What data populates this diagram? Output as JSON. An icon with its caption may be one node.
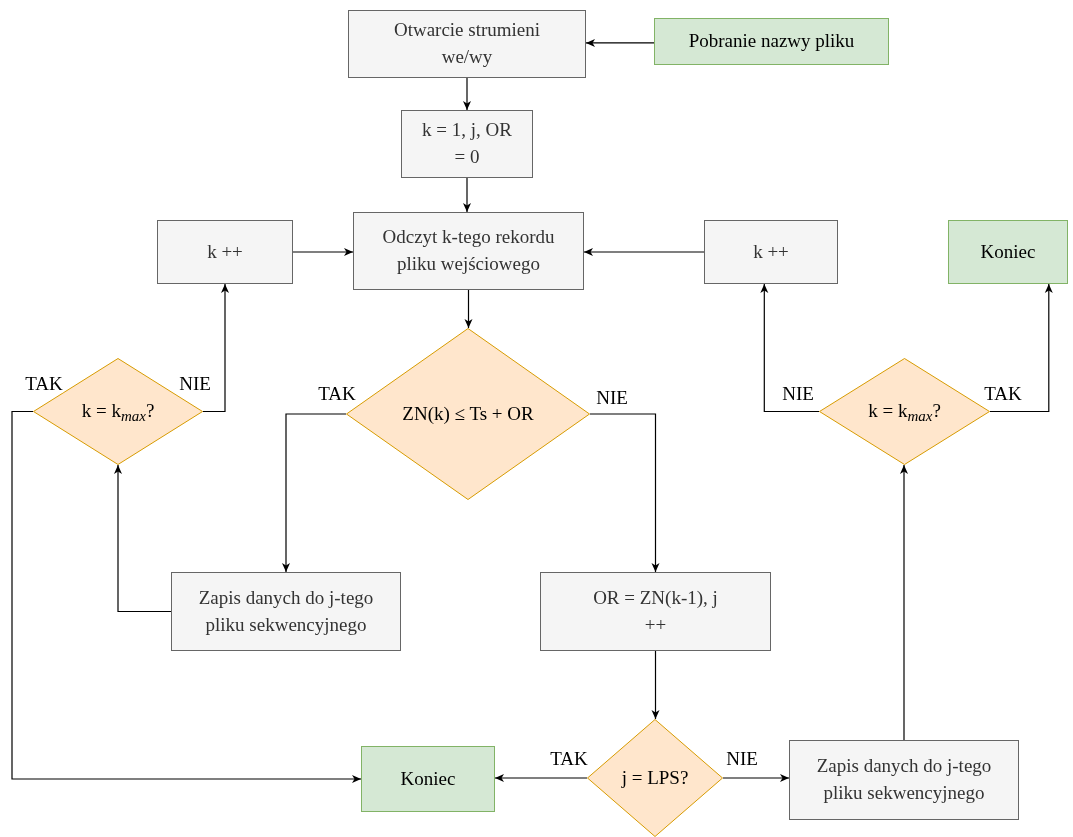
{
  "diagram": {
    "nodes": [
      {
        "text": [
          "Otwarcie strumieni we/wy"
        ]
      },
      {
        "text": [
          "Pobranie nazwy pliku"
        ]
      },
      {
        "text": [
          "k = 1, j, OR = 0"
        ]
      },
      {
        "text": [
          "Odczyt k-tego rekordu pliku wejściowego"
        ]
      },
      {
        "text": [
          "k ++"
        ]
      },
      {
        "text": [
          "k ++"
        ]
      },
      {
        "text": [
          "Koniec"
        ]
      },
      {
        "text": [
          "k = k$_{max}$?"
        ]
      },
      {
        "text": [
          "ZN(k) ≤ Ts + OR"
        ]
      },
      {
        "text": [
          "k = k$_{max}$?"
        ]
      },
      {
        "text": [
          "Zapis danych do j-tego pliku sekwencyjnego"
        ]
      },
      {
        "text": [
          "OR = ZN(k-1), j ++"
        ]
      },
      {
        "text": [
          "j = LPS?"
        ]
      },
      {
        "text": [
          "Koniec"
        ]
      },
      {
        "text": [
          "Zapis danych do j-tego pliku sekwencyjnego"
        ]
      }
    ],
    "edges": [
      {
        "from": 1,
        "to": 0,
        "arrow": "to"
      },
      {
        "from": 0,
        "to": 2,
        "arrow": "to"
      },
      {
        "from": 2,
        "to": 3,
        "arrow": "to"
      },
      {
        "from": 4,
        "to": 3,
        "arrow": "to"
      },
      {
        "from": 5,
        "to": 3,
        "arrow": "to"
      },
      {
        "from": 3,
        "to": 8,
        "arrow": "to"
      },
      {
        "from": 8,
        "to": 10,
        "arrow": "to",
        "label": "TAK"
      },
      {
        "from": 8,
        "to": 11,
        "arrow": "to",
        "label": "NIE"
      },
      {
        "from": 10,
        "to": 7,
        "arrow": "to"
      },
      {
        "from": 7,
        "to": 4,
        "arrow": "to",
        "label": "NIE"
      },
      {
        "from": 7,
        "to": 13,
        "arrow": "to",
        "label": "TAK"
      },
      {
        "from": 11,
        "to": 12,
        "arrow": "to"
      },
      {
        "from": 12,
        "to": 13,
        "arrow": "to",
        "label": "TAK"
      },
      {
        "from": 12,
        "to": 14,
        "arrow": "to",
        "label": "NIE"
      },
      {
        "from": 14,
        "to": 9,
        "arrow": "to"
      },
      {
        "from": 9,
        "to": 5,
        "arrow": "to",
        "label": "NIE"
      },
      {
        "from": 9,
        "to": 6,
        "arrow": "to",
        "label": "TAK"
      }
    ]
  }
}
